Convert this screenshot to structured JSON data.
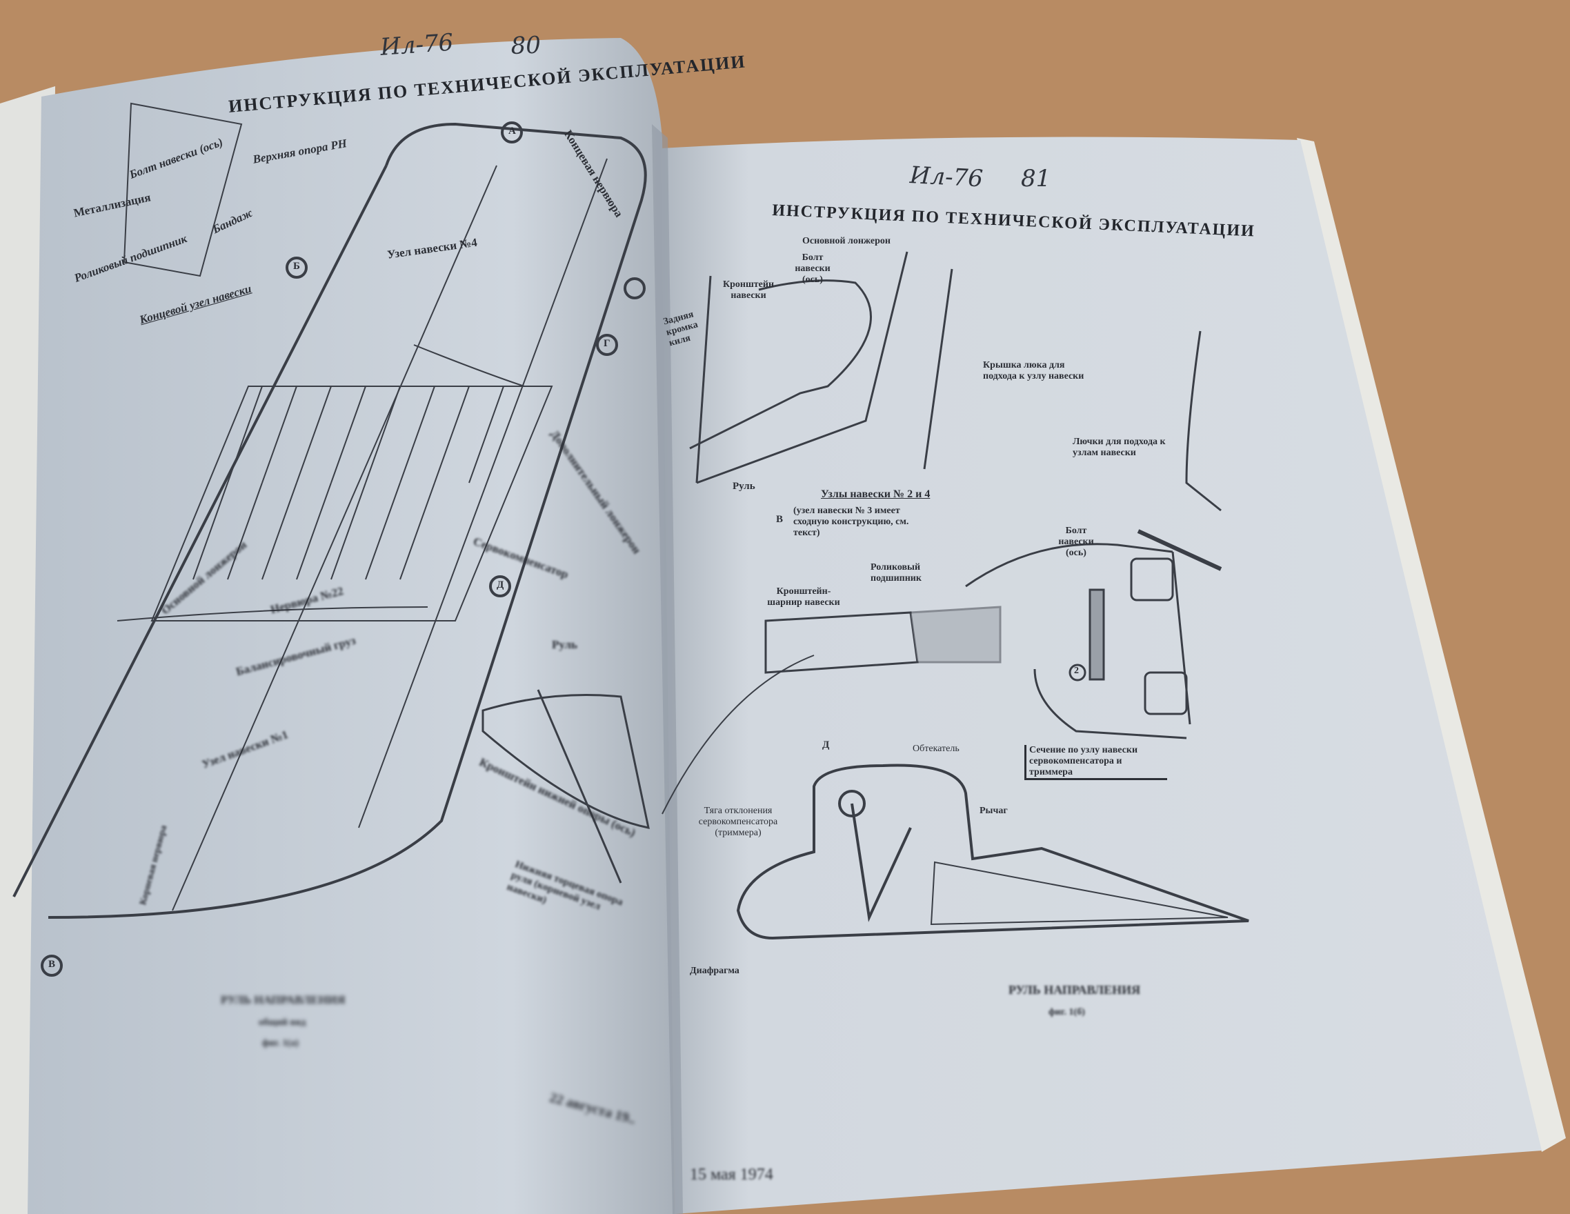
{
  "left_page": {
    "logo": "Ил-76",
    "page_number": "80",
    "heading": "ИНСТРУКЦИЯ ПО ТЕХНИЧЕСКОЙ ЭКСПЛУАТАЦИИ",
    "labels": {
      "upper_support": "Верхняя опора РН",
      "hinge_bolt": "Болт навески (ось)",
      "metallization": "Металлизация",
      "bracket": "Бандаж",
      "roller_bearing": "Роликовый подшипник",
      "end_hinge_caption": "Концевой узел навески",
      "hinge_node_4": "Узел навески №4",
      "end_rib": "Концевая нервюра",
      "servo_compensator": "Сервокомпенсатор",
      "additional_spar": "Дополнительный лонжерон",
      "main_spar": "Основной лонжерон",
      "rib_22": "Нервюра №22",
      "balance_weight": "Балансировочный груз",
      "hinge_node_1": "Узел навески №1",
      "rudder": "Руль",
      "lower_support_bracket": "Кронштейн нижней опоры (ось)",
      "lower_support_caption": "Нижняя торцевая опора руля (корневой узел навески)",
      "end_rib_bottom": "Корневая нервюра"
    },
    "callouts": [
      "А",
      "Б",
      "В",
      "Г",
      "Д"
    ],
    "figure_title": "РУЛЬ НАПРАВЛЕНИЯ",
    "figure_subtitle": "общий вид",
    "figure_number": "фиг. 1(а)",
    "footer_date": "22 августа 19.."
  },
  "right_page": {
    "logo": "Ил-76",
    "page_number": "81",
    "heading": "ИНСТРУКЦИЯ ПО ТЕХНИЧЕСКОЙ ЭКСПЛУАТАЦИИ",
    "labels": {
      "main_spar": "Основной лонжерон",
      "hinge_bolt": "Болт навески (ось)",
      "hinge_brackets": "Кронштейн навески",
      "trailing_edge": "Задняя кромка киля",
      "hatch_cover": "Крышка люка для подхода к узлу навески",
      "hatches": "Лючки для подхода к узлам навески",
      "rudder": "Руль",
      "nodes_caption": "Узлы навески № 2 и 4",
      "nodes_note": "(узел навески № 3 имеет сходную конструкцию, см. текст)",
      "hinge_bolt_2": "Болт навески (ось)",
      "roller_bearing": "Роликовый подшипник",
      "hinge_bracket": "Кронштейн-шарнир навески",
      "section_caption": "Сечение по узлу навески сервокомпенсатора и триммера",
      "fairing": "Обтекатель",
      "lever": "Рычаг",
      "push_rod": "Тяга отклонения сервокомпенсатора (триммера)",
      "diaphragm": "Диафрагма"
    },
    "callouts": [
      "В",
      "Д",
      "2"
    ],
    "figure_title": "РУЛЬ НАПРАВЛЕНИЯ",
    "figure_number": "фиг. 1(б)",
    "footer_date": "15 мая 1974"
  },
  "colors": {
    "cardboard": "#b88b63",
    "page_left": "#c8d0d9",
    "page_right": "#d3d9e0",
    "ink": "#2c2f36"
  }
}
